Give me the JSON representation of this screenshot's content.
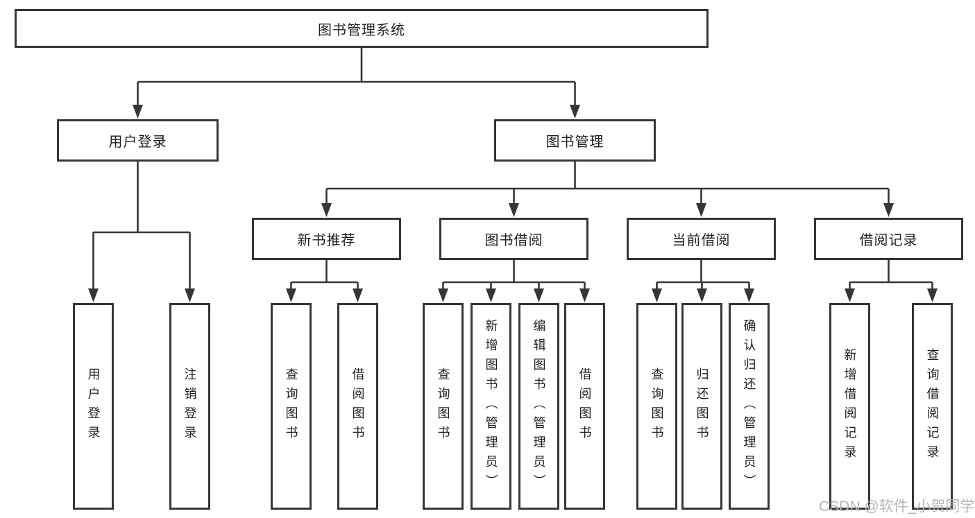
{
  "colors": {
    "background": "#ffffff",
    "line": "#363636",
    "box_border": "#363636",
    "text": "#1f1f1f",
    "watermark": "#b5b5b5"
  },
  "root": {
    "label": "图书管理系统"
  },
  "level2": [
    {
      "label": "用户登录"
    },
    {
      "label": "图书管理"
    }
  ],
  "level3": [
    {
      "label": "新书推荐"
    },
    {
      "label": "图书借阅"
    },
    {
      "label": "当前借阅"
    },
    {
      "label": "借阅记录"
    }
  ],
  "leaves": {
    "user_login": [
      {
        "label": "用户登录"
      },
      {
        "label": "注销登录"
      }
    ],
    "new_book_recommend": [
      {
        "label": "查询图书"
      },
      {
        "label": "借阅图书"
      }
    ],
    "book_borrow": [
      {
        "label": "查询图书"
      },
      {
        "label": "新增图书（管理员）"
      },
      {
        "label": "编辑图书（管理员）"
      },
      {
        "label": "借阅图书"
      }
    ],
    "current_borrow": [
      {
        "label": "查询图书"
      },
      {
        "label": "归还图书"
      },
      {
        "label": "确认归还（管理员）"
      }
    ],
    "borrow_records": [
      {
        "label": "新增借阅记录"
      },
      {
        "label": "查询借阅记录"
      }
    ]
  },
  "watermark": "CSDN @软件_小贺同学"
}
